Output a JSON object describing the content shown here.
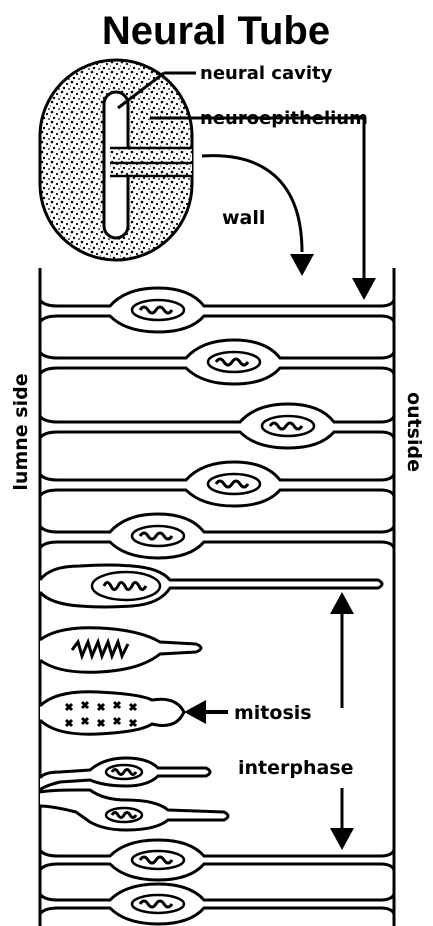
{
  "title": "Neural Tube",
  "labels": {
    "neural_cavity": "neural cavity",
    "neuroepithelium": "neuroepithelium",
    "wall": "wall",
    "lumen_side": "lumne side",
    "outside": "outside",
    "mitosis": "mitosis",
    "interphase": "interphase"
  },
  "colors": {
    "ink": "#000000",
    "background": "#ffffff"
  }
}
